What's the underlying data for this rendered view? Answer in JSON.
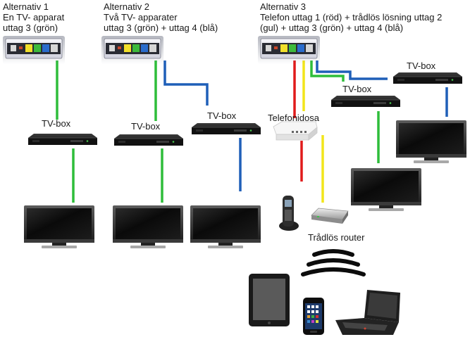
{
  "alternatives": [
    {
      "title": "Alternativ 1",
      "line2": "En TV- apparat",
      "line3": "uttag 3 (grön)"
    },
    {
      "title": "Alternativ 2",
      "line2": "Två TV- apparater",
      "line3": "uttag 3 (grön) + uttag 4 (blå)"
    },
    {
      "title": "Alternativ 3",
      "line2": "Telefon uttag 1 (röd) + trådlös lösning uttag 2",
      "line3": "(gul) + uttag 3 (grön) + uttag 4 (blå)"
    }
  ],
  "labels": {
    "tvbox": "TV-box",
    "phone_outlet": "Telefonidosa",
    "router": "Trådlös router"
  },
  "colors": {
    "red": "#e01b1b",
    "yellow": "#f2e51a",
    "green": "#2ebd3a",
    "blue": "#1f5fb8"
  },
  "icons": [
    "fiber-media-converter-icon",
    "tv-box-icon",
    "tv-screen-icon",
    "phone-outlet-icon",
    "cordless-phone-icon",
    "router-icon",
    "wifi-waves-icon",
    "tablet-icon",
    "smartphone-icon",
    "laptop-icon"
  ]
}
